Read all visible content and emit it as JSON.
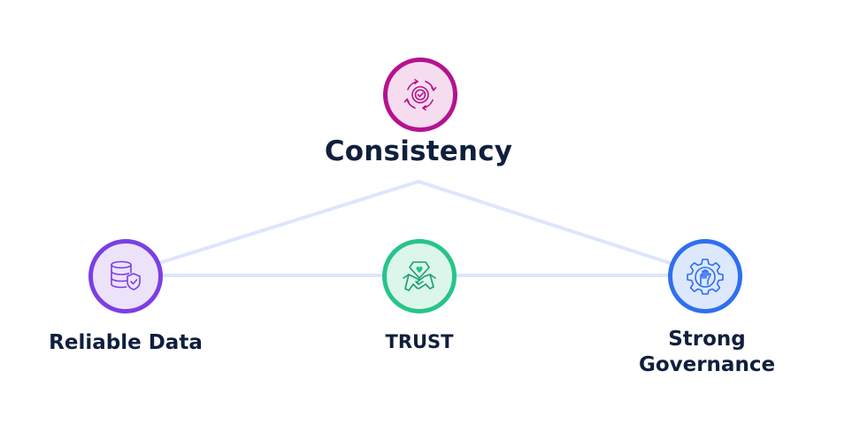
{
  "nodes": {
    "consistency": {
      "label": "Consistency",
      "icon": "cycle-check-icon",
      "color": "#b5128f",
      "fill": "#f6dcef"
    },
    "reliable_data": {
      "label": "Reliable Data",
      "icon": "database-shield-icon",
      "color": "#7b3fe4",
      "fill": "#ece3fb"
    },
    "trust": {
      "label": "TRUST",
      "icon": "handshake-heart-icon",
      "color": "#27c48a",
      "fill": "#dcf6ea"
    },
    "strong_governance": {
      "label_line1": "Strong",
      "label_line2": "Governance",
      "icon": "gear-hand-icon",
      "color": "#2f6ff0",
      "fill": "#dde8fd"
    }
  },
  "connector_color": "#dde6fb"
}
